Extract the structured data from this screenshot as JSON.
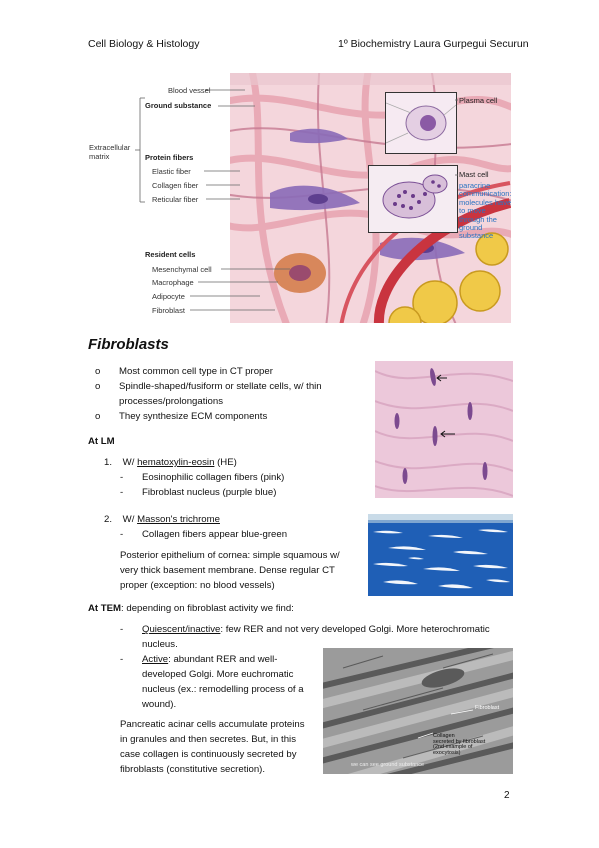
{
  "header": {
    "left": "Cell Biology & Histology",
    "right": "1º Biochemistry Laura Gurpegui Securun"
  },
  "figure1": {
    "labels": {
      "blood_vessel": "Blood vessel",
      "ground_substance": "Ground substance",
      "extracellular_matrix_1": "Extracellular",
      "extracellular_matrix_2": "matrix",
      "protein_fibers": "Protein fibers",
      "elastic_fiber": "Elastic fiber",
      "collagen_fiber": "Collagen fiber",
      "reticular_fiber": "Reticular fiber",
      "resident_cells": "Resident cells",
      "mesenchymal_cell": "Mesenchymal cell",
      "macrophage": "Macrophage",
      "adipocyte": "Adipocyte",
      "fibroblast": "Fibroblast",
      "plasma_cell": "Plasma cell",
      "mast_cell": "Mast cell",
      "paracrine": [
        "paracrine",
        "communication:",
        "molecules have",
        "to move",
        "through the",
        "ground",
        "substance"
      ]
    }
  },
  "section": {
    "title": "Fibroblasts",
    "bullets": [
      "Most common cell type in CT proper",
      "Spindle-shaped/fusiform or stellate cells, w/ thin",
      "processes/prolongations",
      "They synthesize ECM components"
    ],
    "at_lm": "At LM",
    "item1_num": "1.",
    "item1_prefix": "W/",
    "item1_ul": "hematoxylin-eosin",
    "item1_suffix": "(HE)",
    "item1_sub": [
      "Eosinophilic collagen fibers (pink)",
      "Fibroblast nucleus (purple blue)"
    ],
    "item2_num": "2.",
    "item2_prefix": "W/",
    "item2_ul": "Masson's trichrome",
    "item2_sub": "Collagen fibers appear blue-green",
    "cornea_lines": [
      "Posterior epithelium of cornea: simple squamous w/",
      "very thick basement membrane. Dense regular CT",
      "proper (exception: no blood vessels)"
    ],
    "at_tem_bold": "At TEM",
    "at_tem_rest": ": depending on fibroblast activity we find:",
    "quiescent_ul": "Quiescent/inactive",
    "quiescent_rest": ": few RER and not very developed Golgi. More heterochromatic",
    "quiescent_line2": "nucleus.",
    "active_ul": "Active",
    "active_rest": ": abundant RER and well-",
    "active_lines": [
      "developed Golgi. More euchromatic",
      "nucleus (ex.: remodelling process of a",
      "wound)."
    ],
    "pancreatic_lines": [
      "Pancreatic acinar cells accumulate proteins",
      "in granules and then secretes. But, in this",
      "case collagen is continuously secreted by",
      "fibroblasts (constitutive secretion)."
    ],
    "bullet_marker": "o",
    "dash": "-"
  },
  "tem_labels": {
    "fibroblast": "Fibroblast",
    "collagen": "Collagen",
    "collagen_sub": [
      "secreted by fibroblast",
      "(2nd example of",
      "exocytosis)"
    ],
    "bottom": "we can see ground substance"
  },
  "page_number": "2"
}
